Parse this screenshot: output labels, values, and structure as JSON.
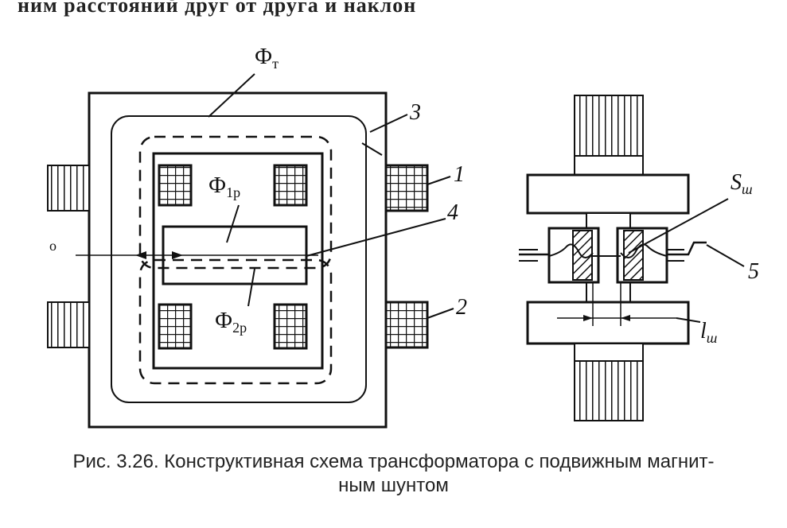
{
  "top_fragment": "ним расстояний друг от друга и наклон",
  "labels": {
    "phi_t_base": "Ф",
    "phi_t_sub": "т",
    "phi_1p_base": "Ф",
    "phi_1p_sub": "1р",
    "phi_2p_base": "Ф",
    "phi_2p_sub": "2р",
    "num_1": "1",
    "num_2": "2",
    "num_3": "3",
    "num_4": "4",
    "num_5": "5",
    "s_sh_base": "S",
    "s_sh_sub": "ш",
    "l_sh_base": "l",
    "l_sh_sub": "ш",
    "left_marker": "о"
  },
  "caption": {
    "line1": "Рис. 3.26. Конструктивная схема трансформатора с подвижным магнит-",
    "line2": "ным шунтом"
  }
}
